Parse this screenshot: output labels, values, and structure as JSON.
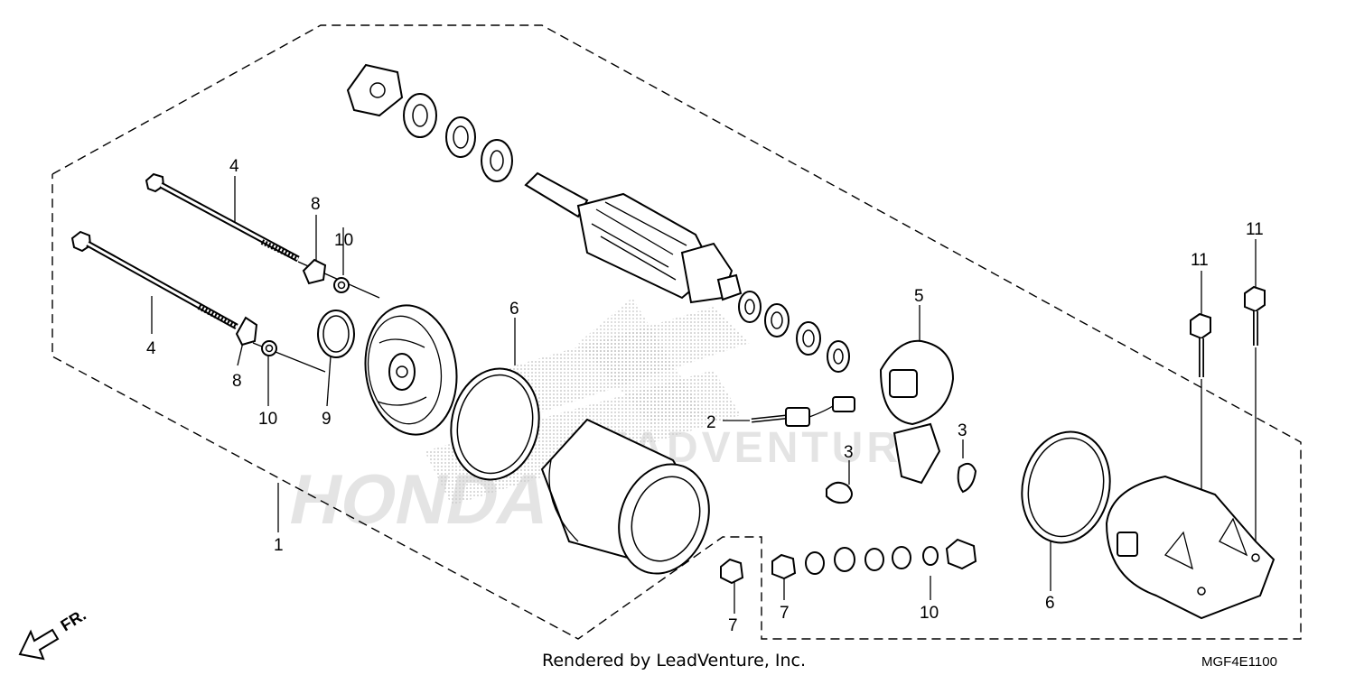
{
  "diagram": {
    "callouts": [
      {
        "id": "c1",
        "text": "1"
      },
      {
        "id": "c2",
        "text": "2"
      },
      {
        "id": "c3a",
        "text": "3"
      },
      {
        "id": "c3b",
        "text": "3"
      },
      {
        "id": "c4a",
        "text": "4"
      },
      {
        "id": "c4b",
        "text": "4"
      },
      {
        "id": "c5",
        "text": "5"
      },
      {
        "id": "c6a",
        "text": "6"
      },
      {
        "id": "c6b",
        "text": "6"
      },
      {
        "id": "c7a",
        "text": "7"
      },
      {
        "id": "c7b",
        "text": "7"
      },
      {
        "id": "c8a",
        "text": "8"
      },
      {
        "id": "c8b",
        "text": "8"
      },
      {
        "id": "c9",
        "text": "9"
      },
      {
        "id": "c10a",
        "text": "10"
      },
      {
        "id": "c10b",
        "text": "10"
      },
      {
        "id": "c10c",
        "text": "10"
      },
      {
        "id": "c11a",
        "text": "11"
      },
      {
        "id": "c11b",
        "text": "11"
      }
    ],
    "direction_label": "FR.",
    "footer_credit": "Rendered by LeadVenture, Inc.",
    "diagram_code": "MGF4E1100",
    "watermark_brand": "HONDA",
    "watermark_dealer": "LEADVENTURE"
  }
}
